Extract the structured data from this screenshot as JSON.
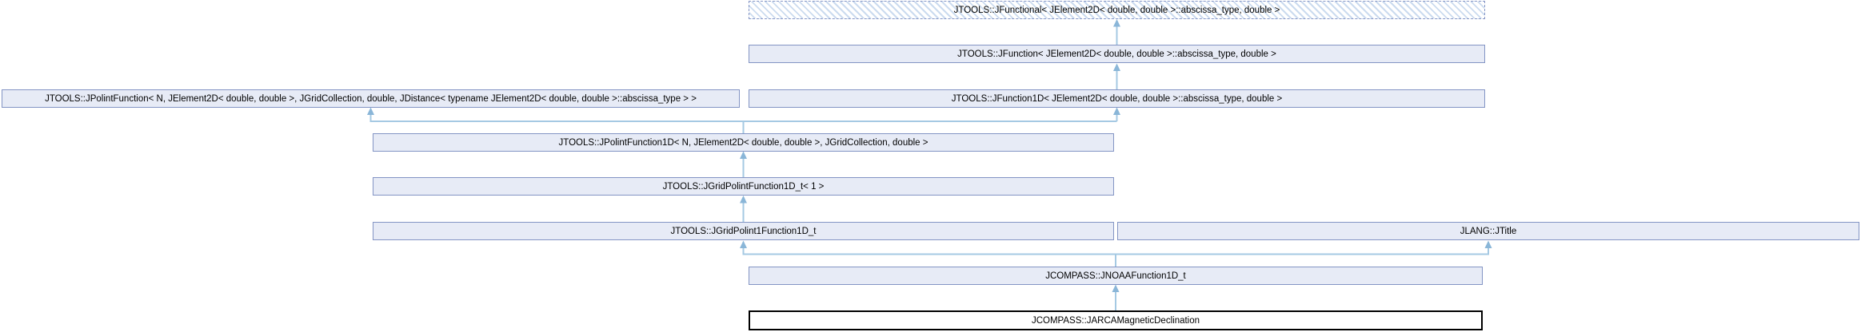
{
  "diagram": {
    "kind": "class-inheritance-graph",
    "focus_class": "JCOMPASS::JARCAMagneticDeclination",
    "colors": {
      "node_fill": "#e7ebf6",
      "node_border": "#8394c4",
      "hatch_stripe": "#cbdbef",
      "current_node_border": "#000000",
      "edge_line": "#a5c9e3",
      "edge_arrowhead": "#8ab6d8",
      "background": "#ffffff",
      "text": "#000000"
    },
    "nodes": [
      {
        "id": "jfunctional",
        "label": "JTOOLS::JFunctional< JElement2D< double, double >::abscissa_type, double >",
        "style": "dashed-hatched"
      },
      {
        "id": "jfunction",
        "label": "JTOOLS::JFunction< JElement2D< double, double >::abscissa_type, double >",
        "style": "solid"
      },
      {
        "id": "jpolintfunction",
        "label": "JTOOLS::JPolintFunction< N, JElement2D< double, double >, JGridCollection, double, JDistance< typename JElement2D< double, double >::abscissa_type > >",
        "style": "solid"
      },
      {
        "id": "jfunction1d",
        "label": "JTOOLS::JFunction1D< JElement2D< double, double >::abscissa_type, double >",
        "style": "solid"
      },
      {
        "id": "jpolintfunction1d",
        "label": "JTOOLS::JPolintFunction1D< N, JElement2D< double, double >, JGridCollection, double >",
        "style": "solid"
      },
      {
        "id": "jgridpolintfunction1d_t",
        "label": "JTOOLS::JGridPolintFunction1D_t< 1 >",
        "style": "solid"
      },
      {
        "id": "jgridpolint1function1d_t",
        "label": "JTOOLS::JGridPolint1Function1D_t",
        "style": "solid"
      },
      {
        "id": "jtitle",
        "label": "JLANG::JTitle",
        "style": "solid"
      },
      {
        "id": "jnoaafunction1d_t",
        "label": "JCOMPASS::JNOAAFunction1D_t",
        "style": "solid"
      },
      {
        "id": "jarcamagneticdeclination",
        "label": "JCOMPASS::JARCAMagneticDeclination",
        "style": "current"
      }
    ],
    "edges": [
      {
        "from": "jfunction",
        "to": "jfunctional"
      },
      {
        "from": "jfunction1d",
        "to": "jfunction"
      },
      {
        "from": "jpolintfunction1d",
        "to": "jpolintfunction"
      },
      {
        "from": "jpolintfunction1d",
        "to": "jfunction1d"
      },
      {
        "from": "jgridpolintfunction1d_t",
        "to": "jpolintfunction1d"
      },
      {
        "from": "jgridpolint1function1d_t",
        "to": "jgridpolintfunction1d_t"
      },
      {
        "from": "jnoaafunction1d_t",
        "to": "jgridpolint1function1d_t"
      },
      {
        "from": "jnoaafunction1d_t",
        "to": "jtitle"
      },
      {
        "from": "jarcamagneticdeclination",
        "to": "jnoaafunction1d_t"
      }
    ]
  }
}
